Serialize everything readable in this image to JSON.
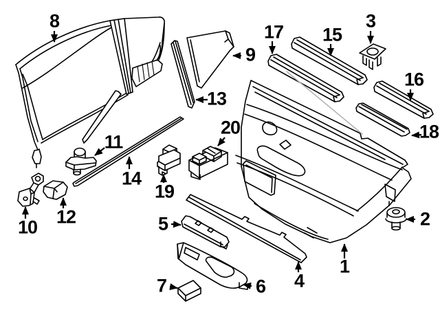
{
  "diagram": {
    "type": "exploded-parts-diagram",
    "background_color": "#ffffff",
    "line_color": "#000000",
    "highlight_line_color": "#b3b3b3",
    "callouts": [
      {
        "number": "1"
      },
      {
        "number": "2"
      },
      {
        "number": "3"
      },
      {
        "number": "4"
      },
      {
        "number": "5"
      },
      {
        "number": "6"
      },
      {
        "number": "7"
      },
      {
        "number": "8"
      },
      {
        "number": "9"
      },
      {
        "number": "10"
      },
      {
        "number": "11"
      },
      {
        "number": "12"
      },
      {
        "number": "13"
      },
      {
        "number": "14"
      },
      {
        "number": "15"
      },
      {
        "number": "16"
      },
      {
        "number": "17"
      },
      {
        "number": "18"
      },
      {
        "number": "19"
      },
      {
        "number": "20"
      }
    ]
  }
}
